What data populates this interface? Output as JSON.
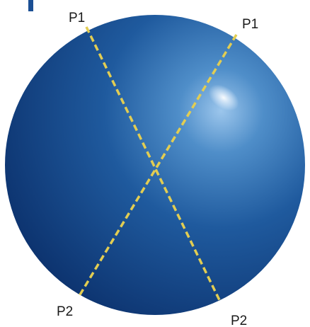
{
  "colors": {
    "sphere_dark": "#0d3470",
    "sphere_mid": "#1b4f94",
    "sphere_light": "#4f8ec9",
    "highlight": "#eaf4ff",
    "dashed_line": "#e2cd52",
    "accent_bar": "#1b4f94",
    "label_text": "#1a1a1a"
  },
  "labels": {
    "line_a_top": "P1",
    "line_b_top": "P1",
    "line_b_bottom": "P2",
    "line_a_bottom": "P2"
  }
}
